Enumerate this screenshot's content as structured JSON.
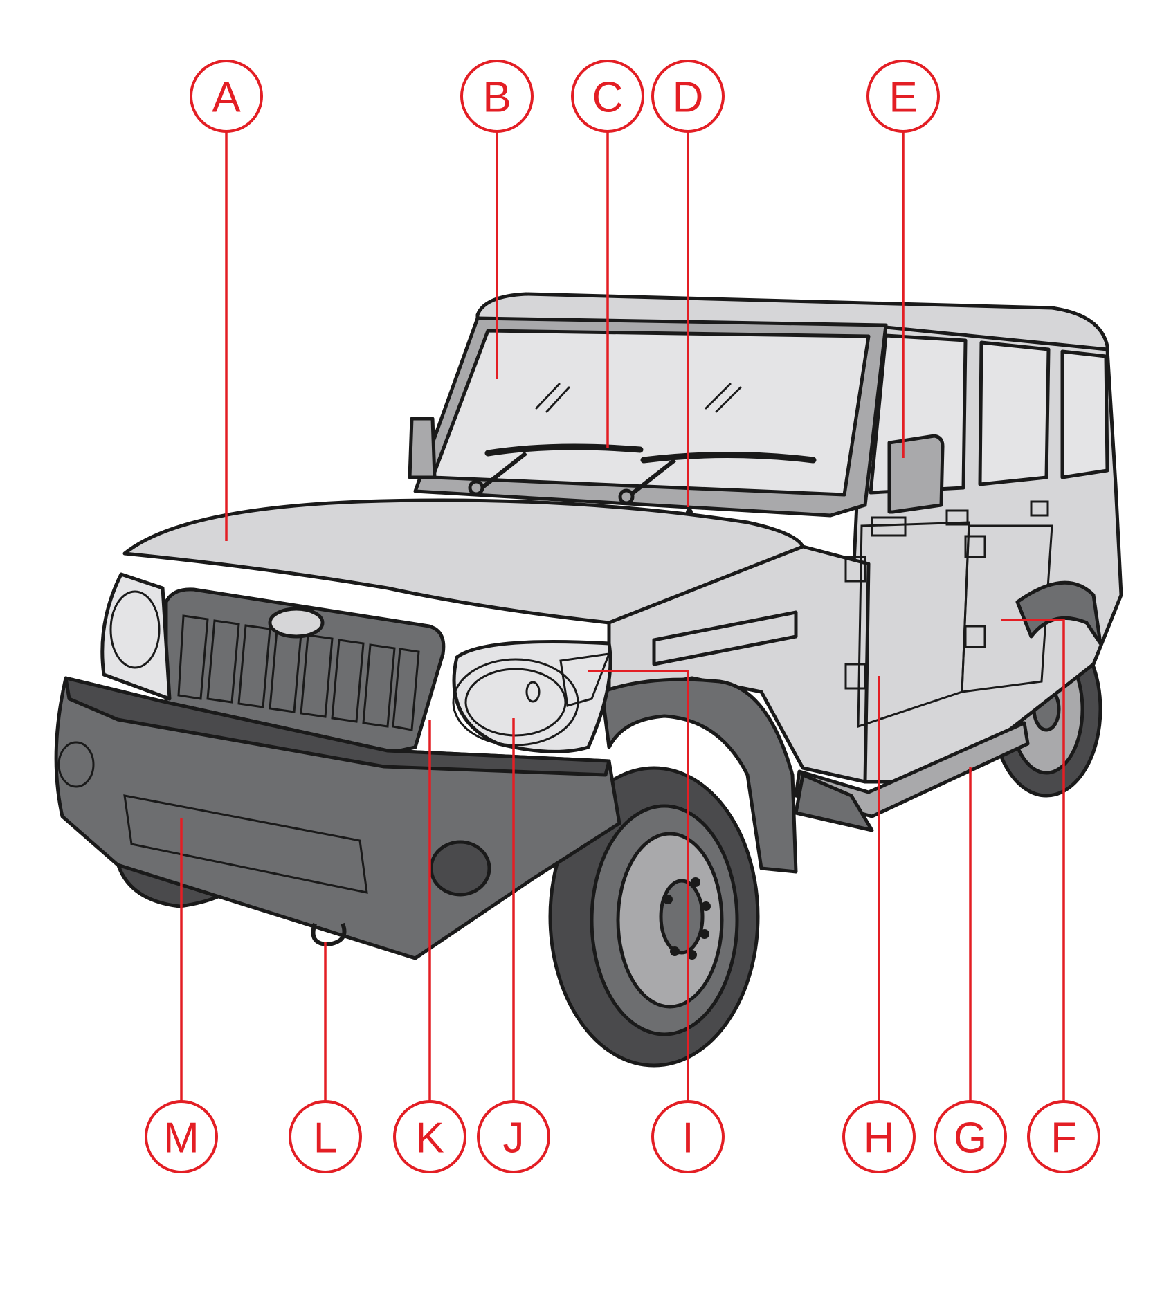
{
  "diagram": {
    "callouts": [
      {
        "id": "A",
        "label": "A"
      },
      {
        "id": "B",
        "label": "B"
      },
      {
        "id": "C",
        "label": "C"
      },
      {
        "id": "D",
        "label": "D"
      },
      {
        "id": "E",
        "label": "E"
      },
      {
        "id": "F",
        "label": "F"
      },
      {
        "id": "G",
        "label": "G"
      },
      {
        "id": "H",
        "label": "H"
      },
      {
        "id": "I",
        "label": "I"
      },
      {
        "id": "J",
        "label": "J"
      },
      {
        "id": "K",
        "label": "K"
      },
      {
        "id": "L",
        "label": "L"
      },
      {
        "id": "M",
        "label": "M"
      }
    ],
    "colors": {
      "callout": "#e31e24",
      "body_light": "#d6d6d8",
      "body_mid": "#a9a9ab",
      "body_dark": "#6d6e70",
      "body_darker": "#4a4a4c",
      "glass": "#e4e4e6",
      "outline": "#1a1a1a"
    }
  }
}
